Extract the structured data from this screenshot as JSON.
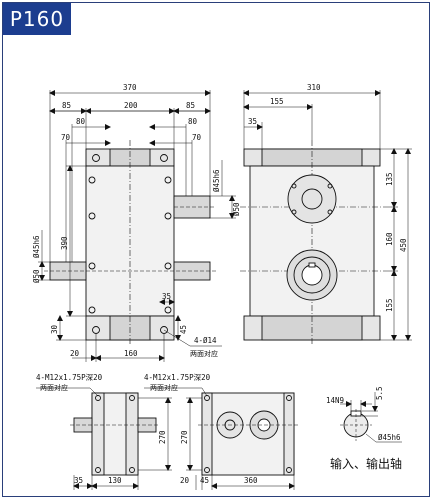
{
  "model": "P160",
  "front_view": {
    "width_total": "370",
    "left_85": "85",
    "mid_200": "200",
    "right_85": "85",
    "left_80": "80",
    "right_80": "80",
    "left_70": "70",
    "right_70": "70",
    "shaft_dia_upper": "Ø45h6",
    "shaft_50_right": "Ø50",
    "shaft_dia_left": "Ø45h6",
    "height_390": "390",
    "left_50": "Ø50",
    "bottom_35": "35",
    "bottom_30": "30",
    "bottom_45": "45",
    "hole_label": "4-Ø14",
    "hole_note": "两面对应",
    "bottom_20": "20",
    "bottom_160": "160"
  },
  "side_view": {
    "width_total": "310",
    "dim_155": "155",
    "dim_35": "35",
    "dim_135": "135",
    "dim_160": "160",
    "dim_450": "450",
    "dim_155b": "155"
  },
  "bottom_left": {
    "thread": "4-M12x1.75P深20",
    "note": "两面对应",
    "dim_270": "270",
    "dim_35": "35",
    "dim_130": "130"
  },
  "bottom_mid": {
    "thread": "4-M12x1.75P深20",
    "note": "两面对应",
    "dim_270": "270",
    "dim_20": "20",
    "dim_45": "45",
    "dim_360": "360"
  },
  "key_detail": {
    "key": "14N9",
    "depth": "5.5",
    "dia": "Ø45h6",
    "caption": "输入、输出轴"
  }
}
